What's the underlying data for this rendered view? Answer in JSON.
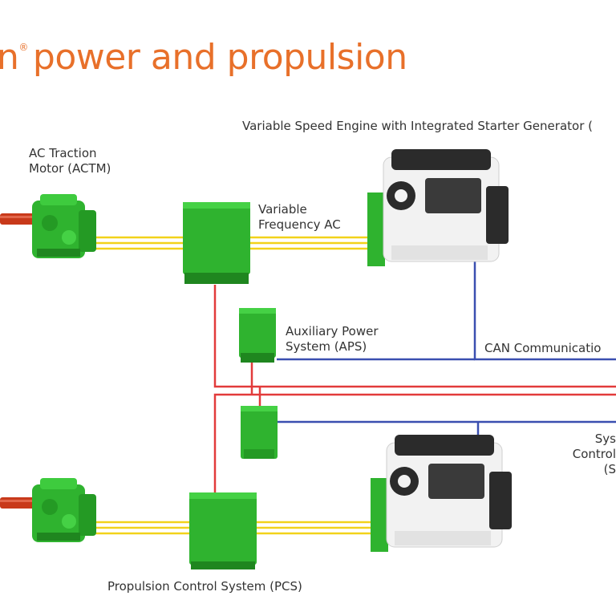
{
  "title": {
    "prefix": "n",
    "registered": "®",
    "text": "power and propulsion"
  },
  "labels": {
    "engine": "Variable Speed Engine with Integrated Starter Generator (",
    "actm_line1": "AC Traction",
    "actm_line2": "Motor (ACTM)",
    "vfac_line1": "Variable",
    "vfac_line2": "Frequency AC",
    "aps_line1": "Auxiliary Power",
    "aps_line2": "System (APS)",
    "can": "CAN Communicatio",
    "sys_line1": "Sys",
    "sys_line2": "Control",
    "sys_line3": "(S",
    "pcs": "Propulsion Control System (PCS)"
  },
  "colors": {
    "title_orange": "#e8702a",
    "equipment_green": "#2fb32f",
    "shaft_red": "#c8391a",
    "ac_yellow": "#f2d21a",
    "dc_red": "#e23b3b",
    "can_blue": "#3a4fb0",
    "engine_white": "#f2f2f2",
    "engine_dark": "#2b2b2b"
  }
}
